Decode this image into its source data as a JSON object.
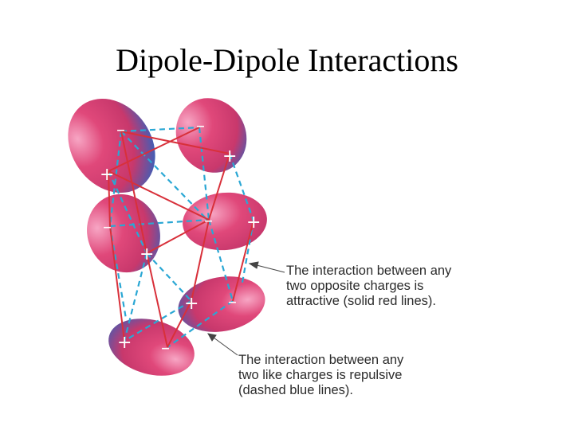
{
  "title": "Dipole-Dipole Interactions",
  "signs": {
    "negative": "–",
    "positive": "+"
  },
  "callouts": {
    "attractive": [
      "The interaction between any",
      "two opposite charges is",
      "attractive (solid red lines)."
    ],
    "repulsive": [
      "The interaction between any",
      "two like charges is repulsive",
      "(dashed blue lines)."
    ]
  },
  "colors": {
    "negative_pole": "#e0487a",
    "positive_pole": "#3c5fb8",
    "attractive_line": "#d8303a",
    "repulsive_line": "#2aa7d4"
  }
}
